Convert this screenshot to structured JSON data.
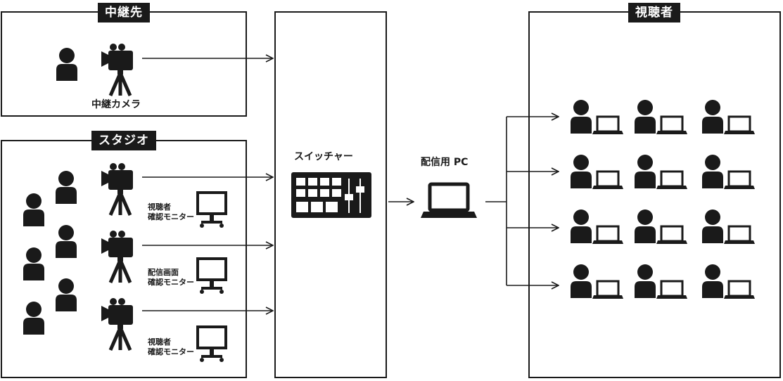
{
  "relay": {
    "title": "中継先",
    "camera_label": "中継カメラ"
  },
  "studio": {
    "title": "スタジオ",
    "monitors": [
      {
        "line1": "視聴者",
        "line2": "確認モニター"
      },
      {
        "line1": "配信画面",
        "line2": "確認モニター"
      },
      {
        "line1": "視聴者",
        "line2": "確認モニター"
      }
    ]
  },
  "switcher": {
    "label": "スイッチャー"
  },
  "pc": {
    "label": "配信用 PC"
  },
  "viewers": {
    "title": "視聴者"
  },
  "colors": {
    "ink": "#1a1a1a",
    "background": "#ffffff"
  },
  "icons": [
    "person-icon",
    "camera-icon",
    "monitor-icon",
    "switcher-icon",
    "laptop-icon",
    "viewer-icon"
  ]
}
